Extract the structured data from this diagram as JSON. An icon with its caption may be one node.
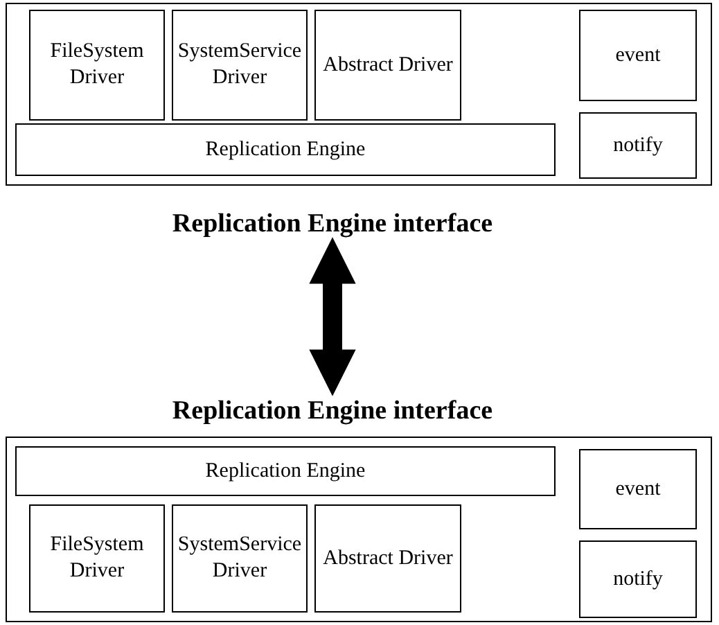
{
  "diagram": {
    "nodes": [
      {
        "text": [],
        "shape": "box"
      },
      {
        "text": [
          "FileSystem Driver"
        ],
        "in": 0
      },
      {
        "text": [
          "SystemService Driver"
        ],
        "in": 0
      },
      {
        "text": [
          "Abstract Driver"
        ],
        "in": 0
      },
      {
        "text": [
          "event"
        ],
        "in": 0
      },
      {
        "text": [
          "Replication Engine"
        ],
        "in": 0
      },
      {
        "text": [
          "notify"
        ],
        "in": 0
      },
      {
        "text": [
          "Replication Engine interface"
        ]
      },
      {
        "text": [
          "Replication Engine interface"
        ]
      },
      {
        "text": [],
        "shape": "box"
      },
      {
        "text": [
          "Replication Engine"
        ],
        "in": 9
      },
      {
        "text": [
          "event"
        ],
        "in": 9
      },
      {
        "text": [
          "FileSystem Driver"
        ],
        "in": 9
      },
      {
        "text": [
          "SystemService Driver"
        ],
        "in": 9
      },
      {
        "text": [
          "Abstract Driver"
        ],
        "in": 9
      },
      {
        "text": [
          "notify"
        ],
        "in": 9
      }
    ],
    "edges": [
      {
        "from": 7,
        "to": 8,
        "arrow": "both"
      }
    ]
  }
}
